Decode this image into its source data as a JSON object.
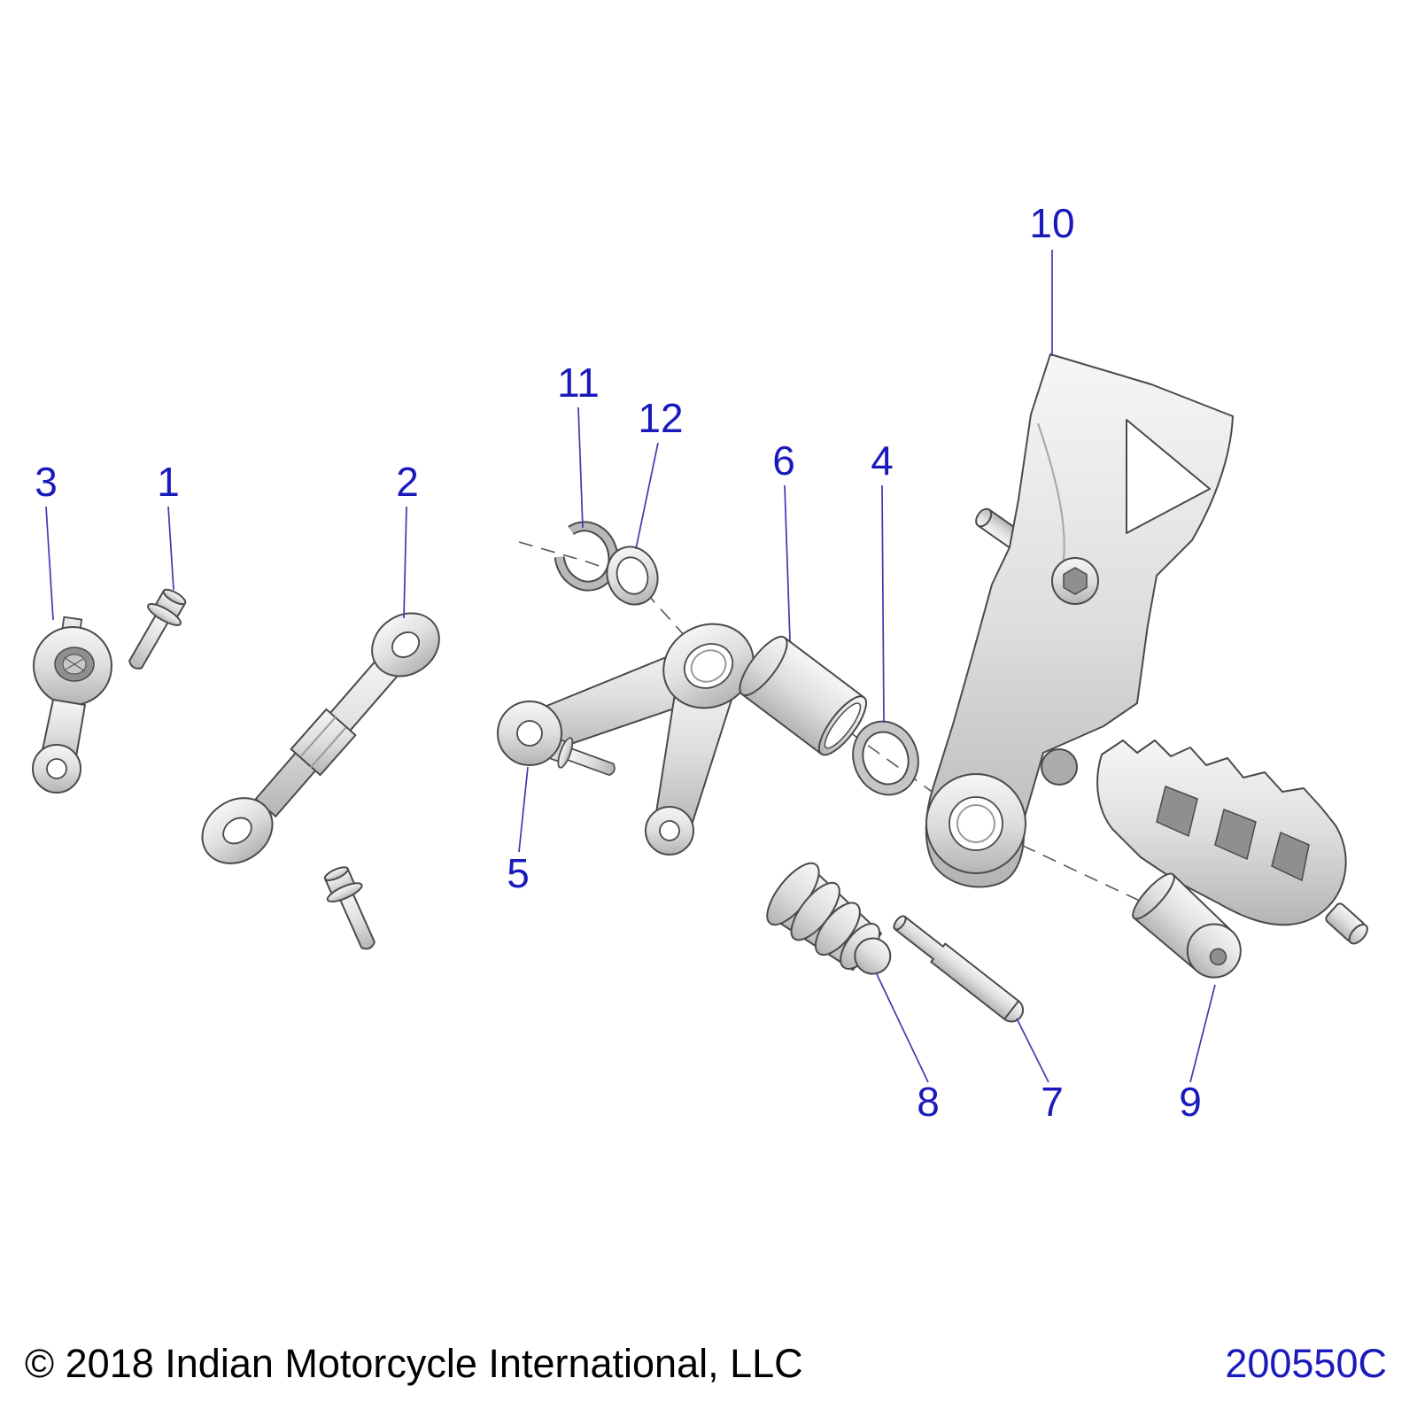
{
  "diagram": {
    "code": "200550C",
    "copyright": "© 2018 Indian Motorcycle International, LLC",
    "callouts": [
      {
        "num": "1"
      },
      {
        "num": "2"
      },
      {
        "num": "3"
      },
      {
        "num": "4"
      },
      {
        "num": "5"
      },
      {
        "num": "6"
      },
      {
        "num": "7"
      },
      {
        "num": "8"
      },
      {
        "num": "9"
      },
      {
        "num": "10"
      },
      {
        "num": "11"
      },
      {
        "num": "12"
      }
    ],
    "colors": {
      "callout": "#1a1abc",
      "leader": "#3b3bb0",
      "outline": "#4a4a4a"
    }
  }
}
